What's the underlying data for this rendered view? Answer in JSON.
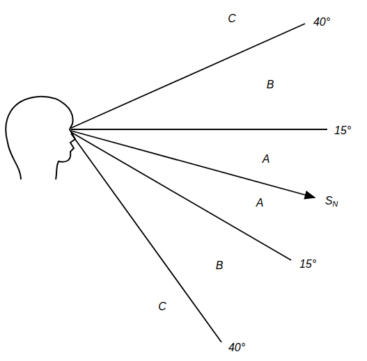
{
  "diagram": {
    "labels": [
      "C",
      "40°",
      "B",
      "15°",
      "A",
      "SN",
      "A",
      "15°",
      "B",
      "C",
      "40°"
    ]
  }
}
